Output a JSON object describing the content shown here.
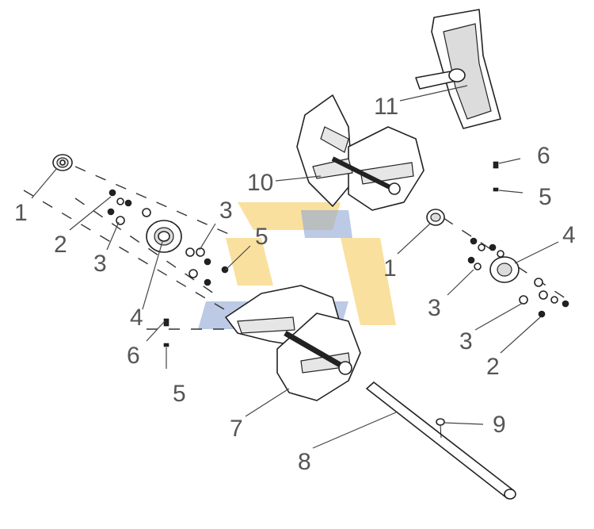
{
  "labels": {
    "l1_left": "1",
    "l2_left": "2",
    "l3_left": "3",
    "l3_center": "3",
    "l4_left": "4",
    "l5_center": "5",
    "l6_left": "6",
    "l5_left": "5",
    "l7": "7",
    "l8": "8",
    "l9": "9",
    "l10": "10",
    "l11": "11",
    "l6_right": "6",
    "l5_right": "5",
    "l1_right": "1",
    "l4_right": "4",
    "l3_right_a": "3",
    "l3_right_b": "3",
    "l2_right": "2"
  },
  "colors": {
    "line": "#222222",
    "label": "#555555",
    "watermark_yellow": "#f7d57e",
    "watermark_blue": "#8fa6d6"
  }
}
